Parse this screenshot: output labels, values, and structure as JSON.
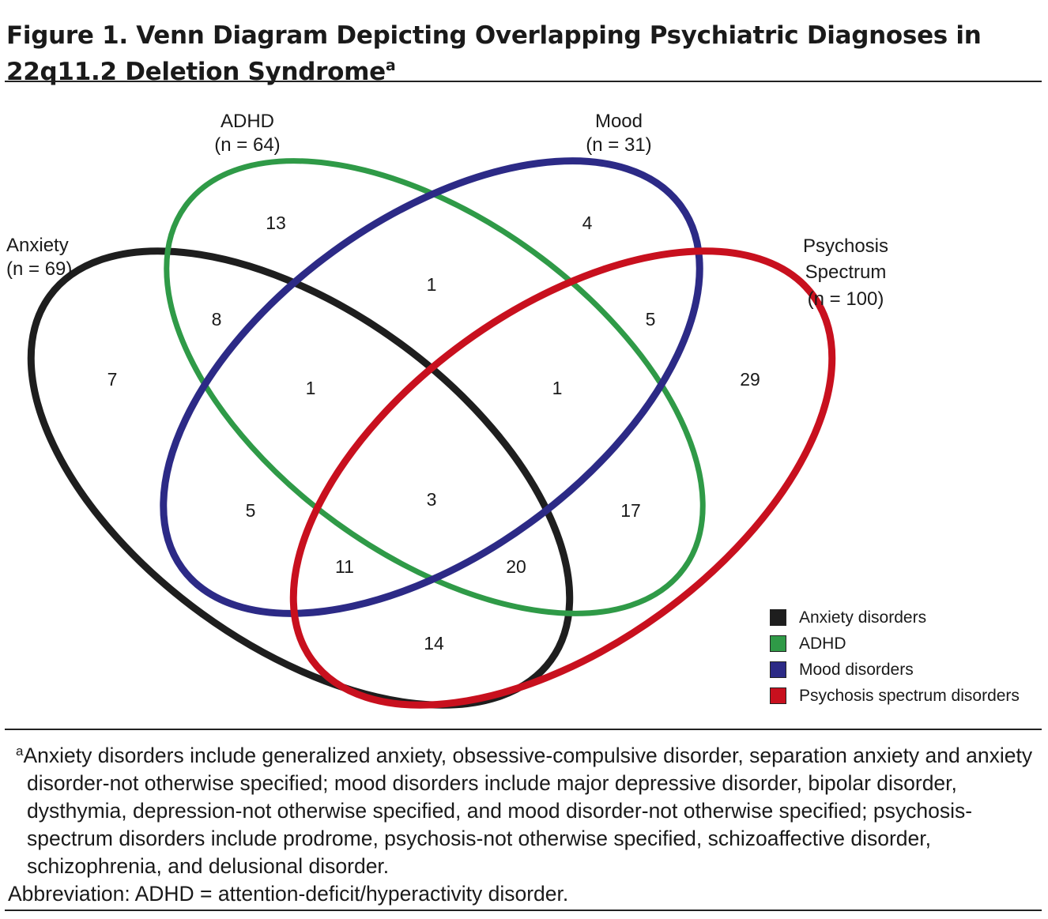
{
  "title": {
    "text": "Figure 1. Venn Diagram Depicting Overlapping Psychiatric Diagnoses in 22q11.2 Deletion Syndrome",
    "footnote_marker": "a"
  },
  "colors": {
    "anxiety": "#1e1e1e",
    "adhd": "#2f9a47",
    "mood": "#2c2a86",
    "psychosis": "#c8101e"
  },
  "sets": {
    "anxiety": {
      "name": "Anxiety",
      "n": "(n = 69)"
    },
    "adhd": {
      "name": "ADHD",
      "n": "(n = 64)"
    },
    "mood": {
      "name": "Mood",
      "n": "(n = 31)"
    },
    "psychosis": {
      "name_line1": "Psychosis",
      "name_line2": "Spectrum",
      "n": "(n = 100)"
    }
  },
  "regions": {
    "adhd_only": "13",
    "mood_only": "4",
    "anxiety_only": "7",
    "psychosis_only": "29",
    "adhd_mood": "1",
    "anxiety_adhd": "8",
    "mood_psychosis": "5",
    "anxiety_adhd_mood": "1",
    "adhd_mood_psychosis": "1",
    "anxiety_mood": "5",
    "all_four": "3",
    "adhd_psychosis": "17",
    "anxiety_mood_psychosis": "11",
    "anxiety_adhd_psychosis": "20",
    "anxiety_psychosis": "14"
  },
  "legend": [
    {
      "label": "Anxiety disorders",
      "color": "#1e1e1e"
    },
    {
      "label": "ADHD",
      "color": "#2f9a47"
    },
    {
      "label": "Mood disorders",
      "color": "#2c2a86"
    },
    {
      "label": "Psychosis spectrum disorders",
      "color": "#c8101e"
    }
  ],
  "footnote": {
    "marker": "a",
    "text": "Anxiety disorders include generalized anxiety, obsessive-compulsive disorder, separation anxiety and anxiety disorder-not otherwise specified; mood disorders include major depressive disorder, bipolar disorder, dysthymia, depression-not otherwise specified, and mood disorder-not otherwise specified; psychosis-spectrum disorders include prodrome, psychosis-not otherwise specified, schizoaffective disorder, schizophrenia, and delusional disorder.",
    "abbreviation": "Abbreviation: ADHD = attention-deficit/hyperactivity disorder."
  }
}
